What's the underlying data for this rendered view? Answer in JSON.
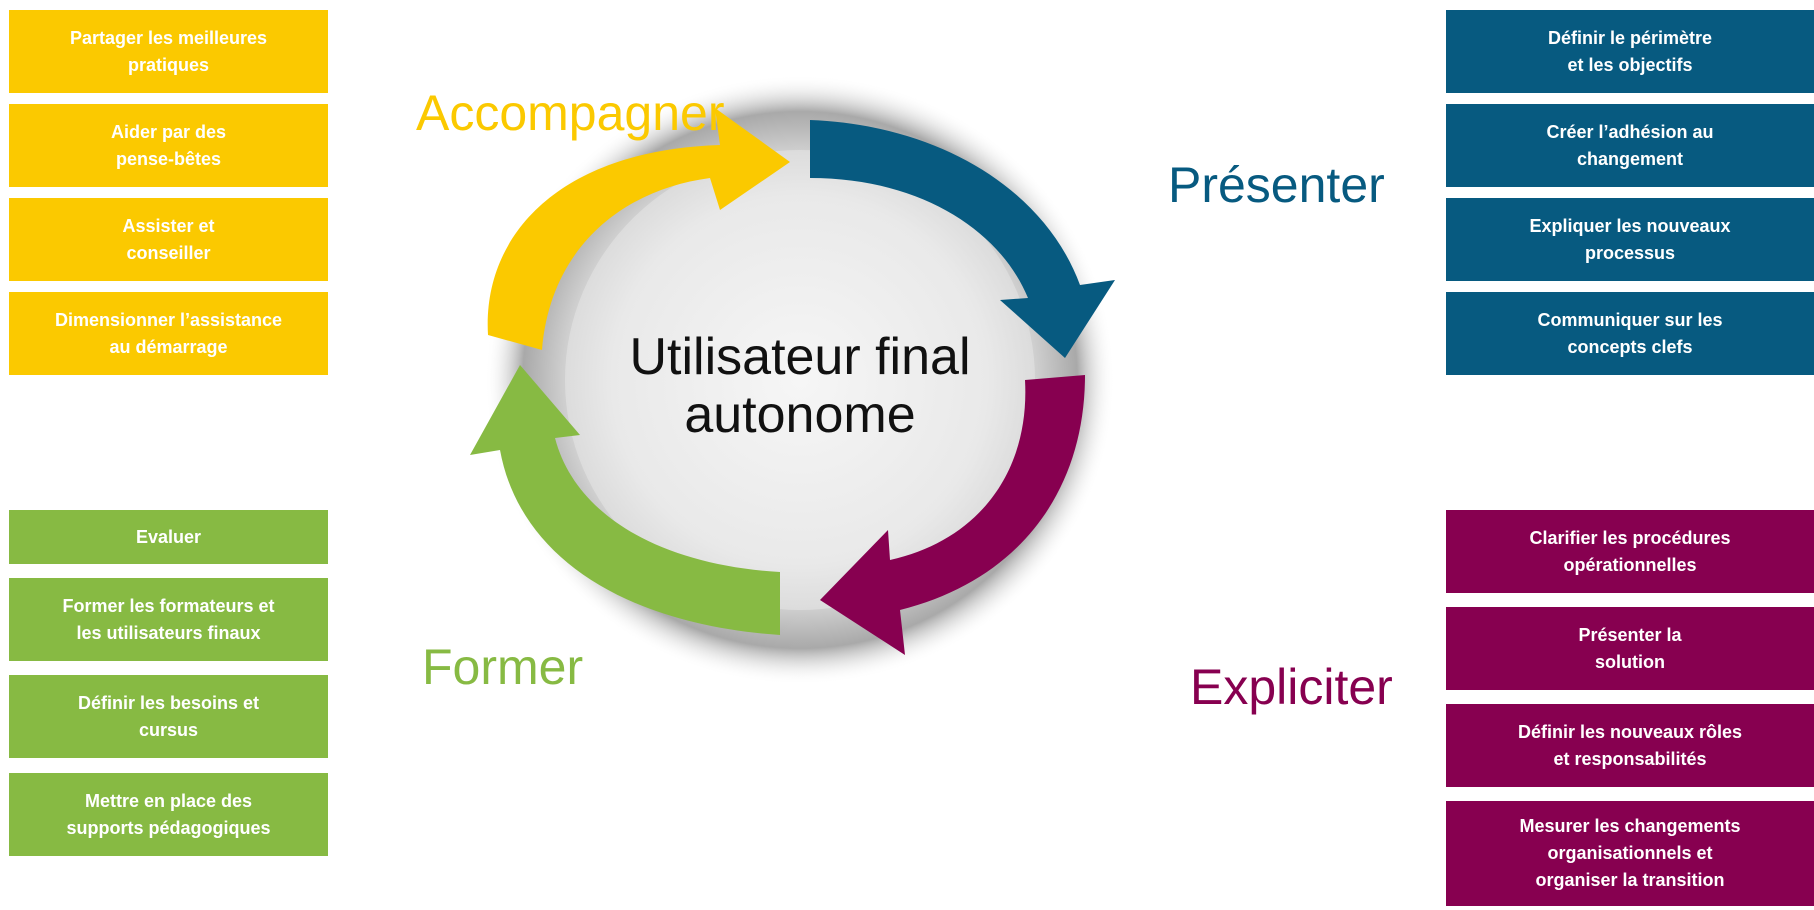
{
  "center": {
    "label": "Utilisateur final\nautonome"
  },
  "phases": {
    "accompagner": {
      "label": "Accompagner",
      "color": "#fbc900"
    },
    "presenter": {
      "label": "Présenter",
      "color": "#075a80"
    },
    "expliciter": {
      "label": "Expliciter",
      "color": "#870050"
    },
    "former": {
      "label": "Former",
      "color": "#87ba43"
    }
  },
  "accompagner_items": [
    "Partager les meilleures\npratiques",
    "Aider par des\npense-bêtes",
    "Assister et\nconseiller",
    "Dimensionner l’assistance\nau démarrage"
  ],
  "presenter_items": [
    "Définir le périmètre\net les objectifs",
    "Créer l’adhésion au\nchangement",
    "Expliquer les nouveaux\nprocessus",
    "Communiquer sur les\nconcepts clefs"
  ],
  "former_items": [
    "Evaluer",
    "Former les formateurs et\nles utilisateurs finaux",
    "Définir les besoins et\ncursus",
    "Mettre  en place des\nsupports pédagogiques"
  ],
  "expliciter_items": [
    "Clarifier les procédures\nopérationnelles",
    "Présenter la\nsolution",
    "Définir les nouveaux rôles\net responsabilités",
    "Mesurer les changements\norganisationnels et\norganiser la transition"
  ]
}
